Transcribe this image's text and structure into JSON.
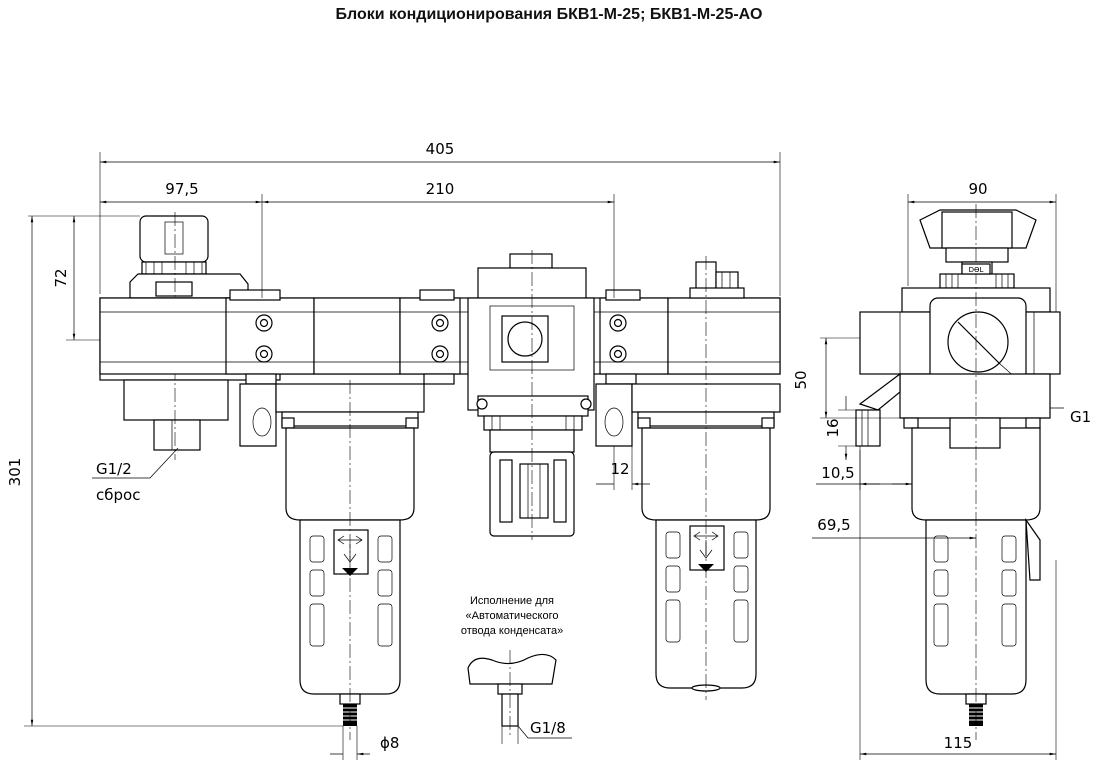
{
  "title": "Блоки кондиционирования БКВ1-М-25; БКВ1-М-25-АО",
  "dimensions": {
    "overall_width": "405",
    "left_offset": "97,5",
    "port_spacing": "210",
    "side_width": "90",
    "height_top": "72",
    "overall_height": "301",
    "side_50": "50",
    "side_16": "16",
    "side_10_5": "10,5",
    "side_69_5": "69,5",
    "side_115": "115",
    "gap_12": "12",
    "tube_d8": "ϕ8"
  },
  "labels": {
    "port_side": "G1",
    "reset_port": "G1/2",
    "reset_word": "сброс",
    "drain_thread": "G1/8",
    "knob_marking": "DӨL"
  },
  "note": [
    "Исполнение для",
    "«Автоматического",
    "отвода конденсата»"
  ]
}
